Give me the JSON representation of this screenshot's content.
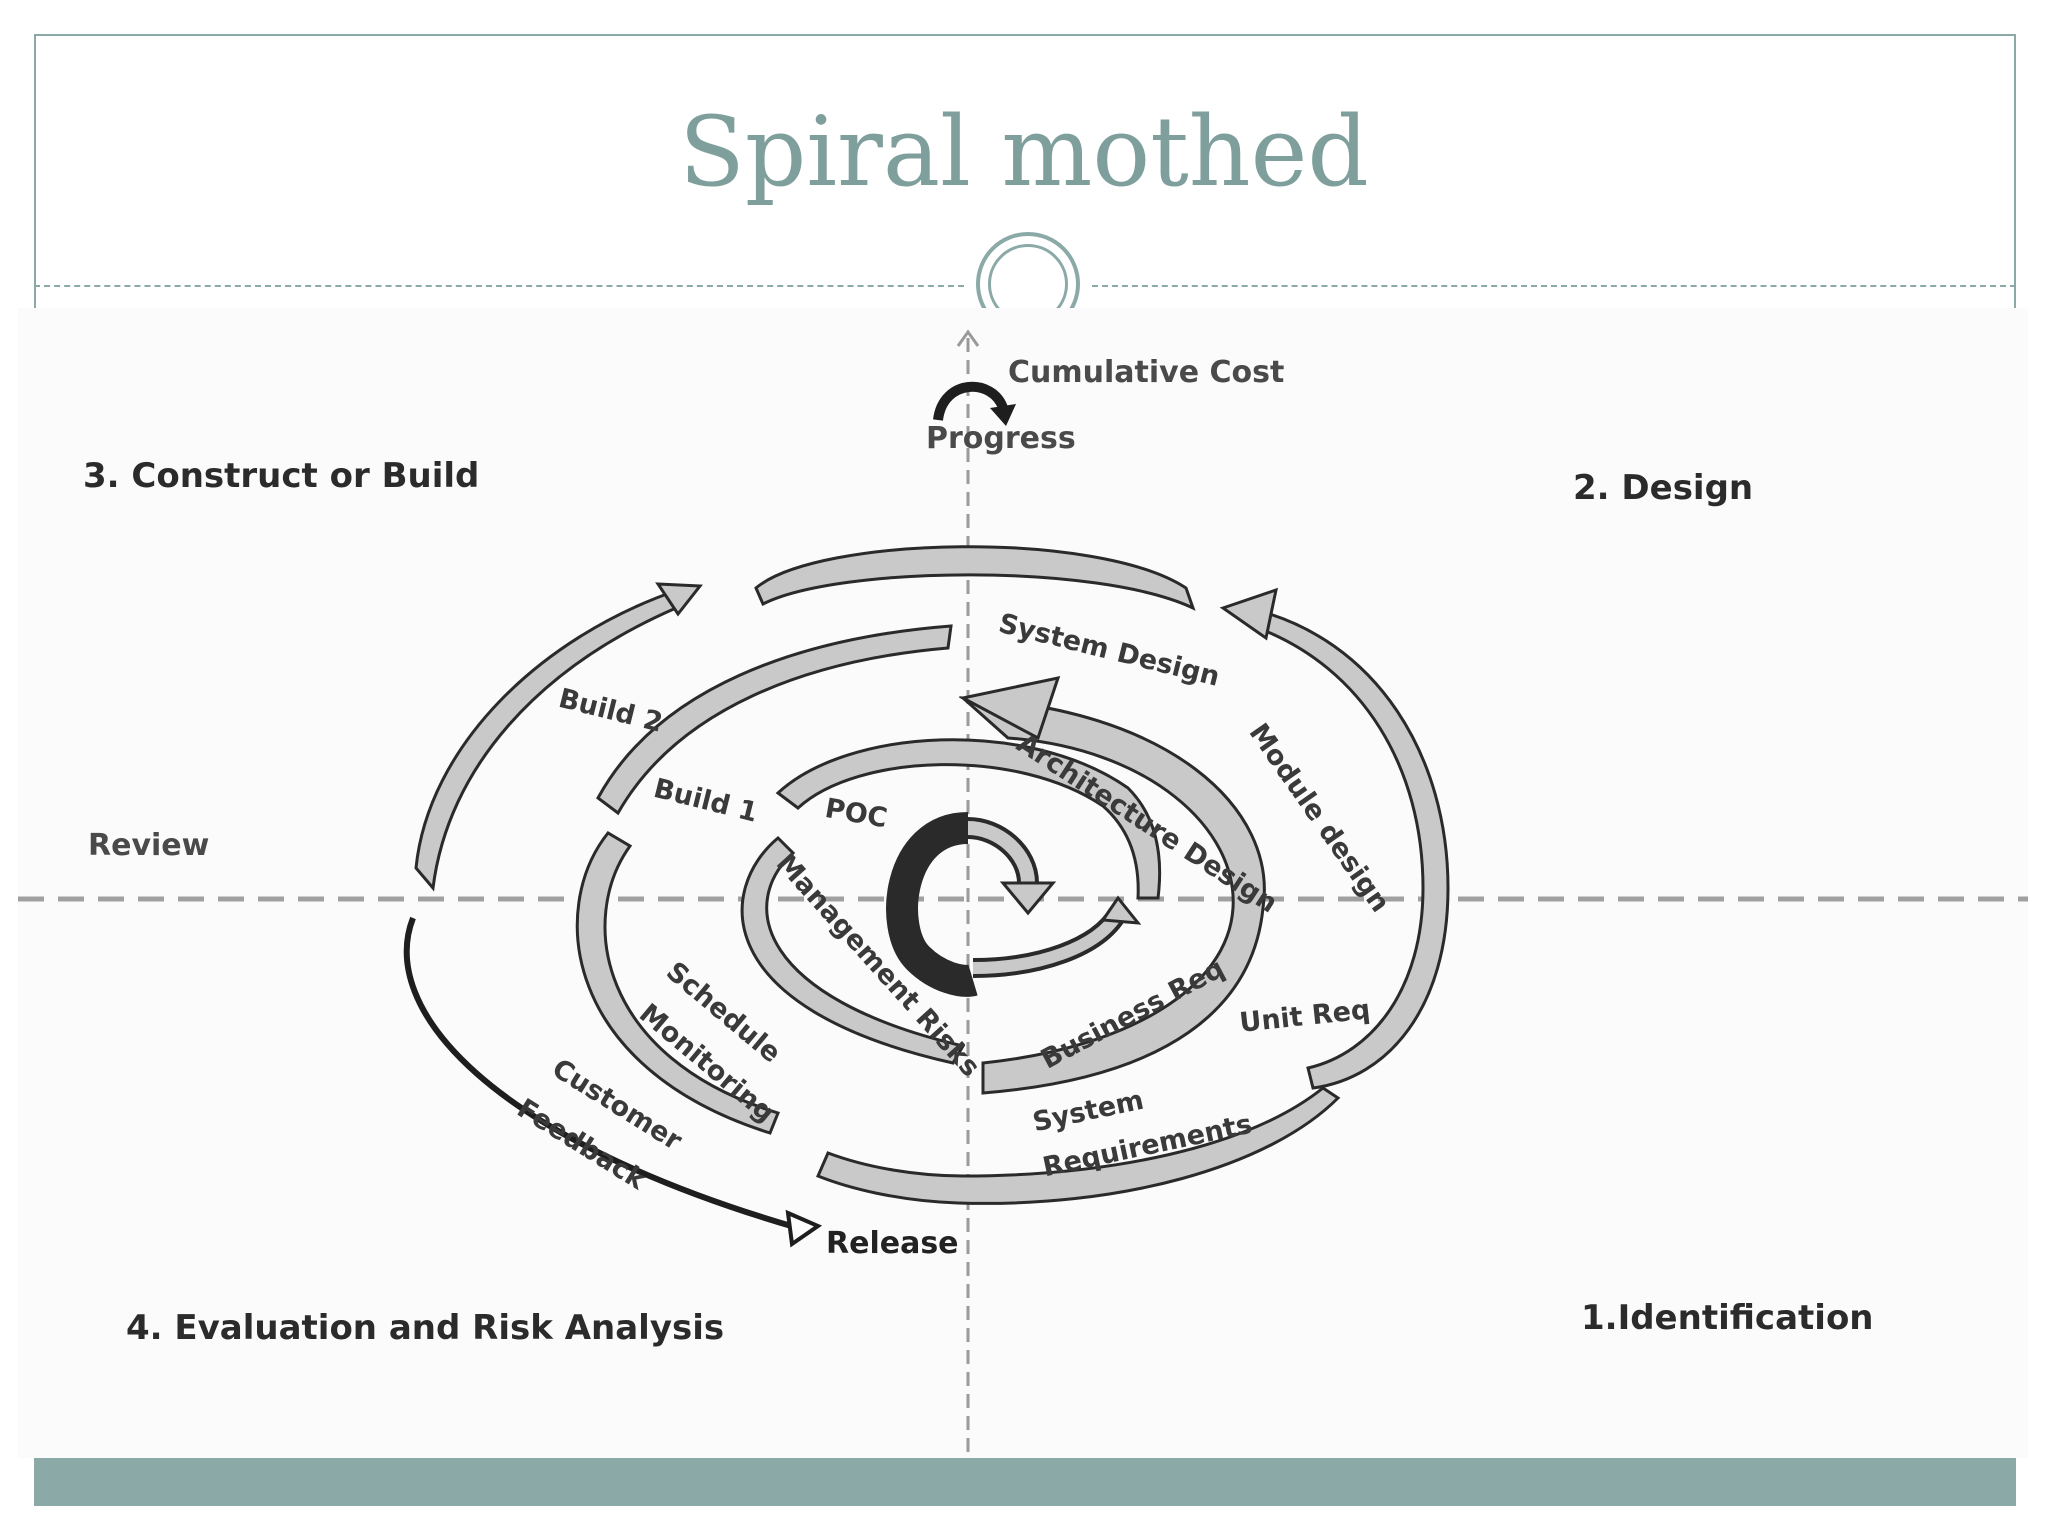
{
  "slide": {
    "title": "Spiral mothed"
  },
  "diagram": {
    "quadrants": {
      "q1": "1.Identification",
      "q2": "2. Design",
      "q3": "3. Construct or Build",
      "q4": "4. Evaluation and Risk Analysis"
    },
    "axes": {
      "cumulative_cost": "Cumulative Cost",
      "progress": "Progress",
      "review": "Review",
      "release": "Release"
    },
    "spiral_labels": {
      "system_design": "System Design",
      "module_design": "Module design",
      "architecture_design": "Architecture Design",
      "build_2": "Build 2",
      "build_1": "Build 1",
      "poc": "POC",
      "management_risks": "Management Risks",
      "business_req": "Business Req",
      "unit_req": "Unit Req",
      "schedule_monitoring_1": "Schedule",
      "schedule_monitoring_2": "Monitoring",
      "customer_feedback_1": "Customer",
      "customer_feedback_2": "Feedback",
      "system_requirements_1": "System",
      "system_requirements_2": "Requirements"
    }
  },
  "colors": {
    "accent": "#8aa9a7",
    "title": "#7f9f9d",
    "band_fill": "#c9c9c9",
    "band_stroke": "#2a2a2a",
    "dark_fill": "#9a9a9a"
  }
}
